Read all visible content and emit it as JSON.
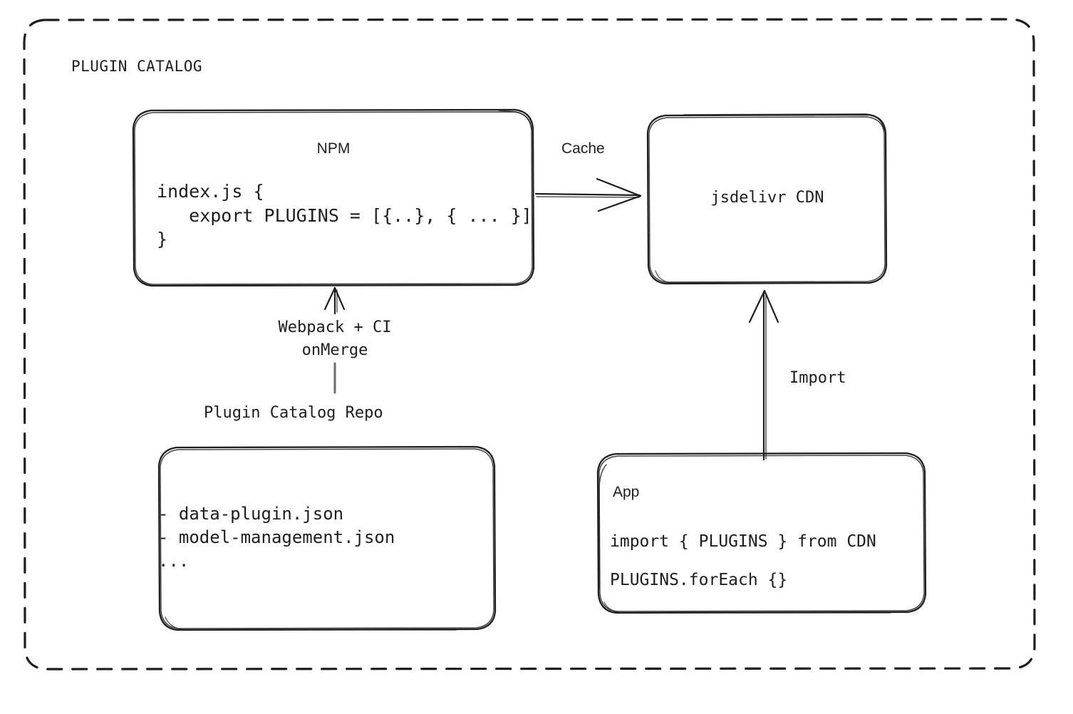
{
  "container": {
    "title": "PLUGIN CATALOG",
    "border_style": "dashed",
    "stroke": "#1e1e1e"
  },
  "colors": {
    "stroke": "#1e1e1e",
    "background": "#ffffff"
  },
  "nodes": {
    "npm": {
      "title": "NPM",
      "code_lines": [
        "index.js {",
        "   export PLUGINS = [{..}, { ... }]",
        "}"
      ]
    },
    "cdn": {
      "title": "jsdelivr CDN"
    },
    "repo": {
      "label": "Plugin Catalog Repo",
      "file_lines": [
        "- data-plugin.json",
        "- model-management.json",
        "..."
      ]
    },
    "app": {
      "title": "App",
      "code_lines": [
        "import { PLUGINS } from CDN",
        "PLUGINS.forEach {}"
      ]
    }
  },
  "edges": {
    "cache": {
      "label": "Cache",
      "from": "npm",
      "to": "cdn",
      "direction": "right"
    },
    "build": {
      "label": "Webpack + CI\nonMerge",
      "label_line1": "Webpack + CI",
      "label_line2": "onMerge",
      "from": "repo",
      "to": "npm",
      "direction": "up"
    },
    "import": {
      "label": "Import",
      "from": "app",
      "to": "cdn",
      "direction": "up"
    }
  }
}
